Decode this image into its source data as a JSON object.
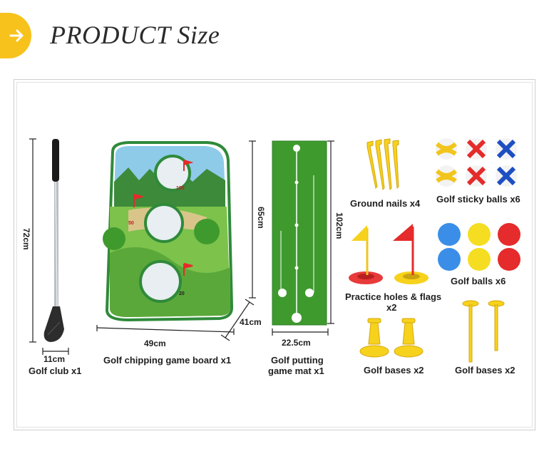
{
  "header": {
    "title": "PRODUCT Size"
  },
  "colors": {
    "accent": "#f7c21b",
    "grass": "#3f9a2e",
    "flag_red": "#e52b2b",
    "yellow": "#f6d21c"
  },
  "items": {
    "golf_club": {
      "label": "Golf club x1",
      "height_dim": "72cm",
      "width_dim": "11cm"
    },
    "chipping_board": {
      "label": "Golf chipping game board x1",
      "height_dim": "65cm",
      "width_dim": "49cm",
      "depth_dim": "41cm",
      "hole_labels": [
        "100",
        "50",
        "20"
      ]
    },
    "putting_mat": {
      "label_line1": "Golf putting",
      "label_line2": "game mat x1",
      "height_dim": "102cm",
      "width_dim": "22.5cm"
    },
    "ground_nails": {
      "label": "Ground nails x4"
    },
    "sticky_balls": {
      "label": "Golf sticky balls x6"
    },
    "practice_holes": {
      "label_line1": "Practice holes &  flags",
      "label_line2": "x2"
    },
    "golf_balls": {
      "label": "Golf  balls x6"
    },
    "bases_a": {
      "label": "Golf bases x2"
    },
    "bases_b": {
      "label": "Golf bases x2"
    }
  }
}
